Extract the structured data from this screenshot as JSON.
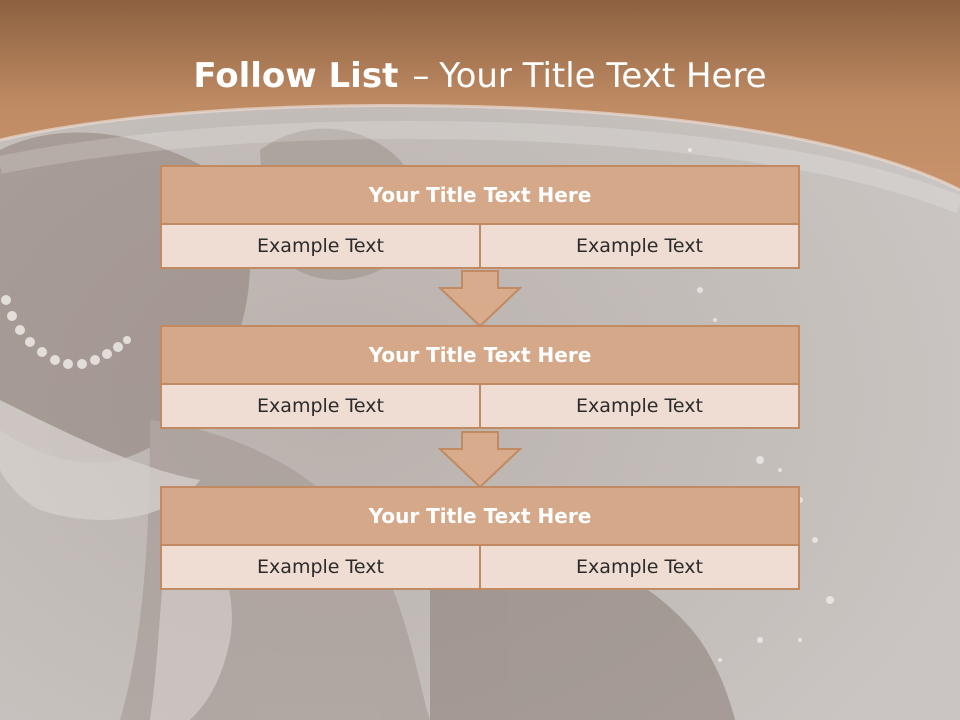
{
  "colors": {
    "banner": "#c58f68",
    "header_fill": "#d4a888",
    "cell_fill": "#efdcd3",
    "border": "#c28a63",
    "background": "#c9c4c1"
  },
  "slide": {
    "title_bold": "Follow List",
    "title_dash": "–",
    "title_rest": "Your Title Text Here"
  },
  "steps": [
    {
      "title": "Your Title Text Here",
      "left": "Example Text",
      "right": "Example Text"
    },
    {
      "title": "Your Title Text Here",
      "left": "Example Text",
      "right": "Example Text"
    },
    {
      "title": "Your Title Text Here",
      "left": "Example Text",
      "right": "Example Text"
    }
  ]
}
